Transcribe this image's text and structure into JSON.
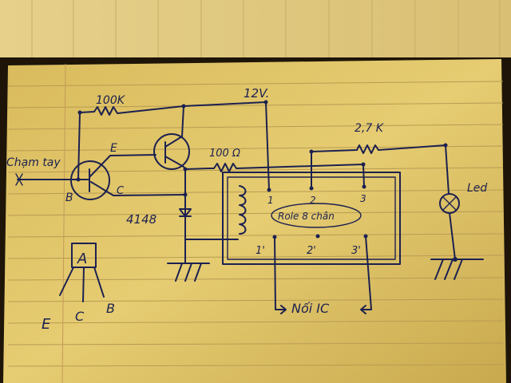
{
  "labels": {
    "touch": "Chạm tay",
    "r1": "100K",
    "supply": "12V.",
    "q1_e": "E",
    "q1_b": "B",
    "q1_c": "C",
    "r2": "100 Ω",
    "r3": "2,7 K",
    "diode": "4148",
    "pin1": "1",
    "pin2": "2",
    "pin3": "3",
    "relay": "Role 8 chân",
    "pin1p": "1'",
    "pin2p": "2'",
    "pin3p": "3'",
    "ic": "Nối IC",
    "led": "Led",
    "pinout_name": "A",
    "pinout_e": "E",
    "pinout_c": "C",
    "pinout_b": "B"
  },
  "colors": {
    "paper": "#e2c76a",
    "ink": "#1c2150",
    "rule": "#b89c52"
  }
}
